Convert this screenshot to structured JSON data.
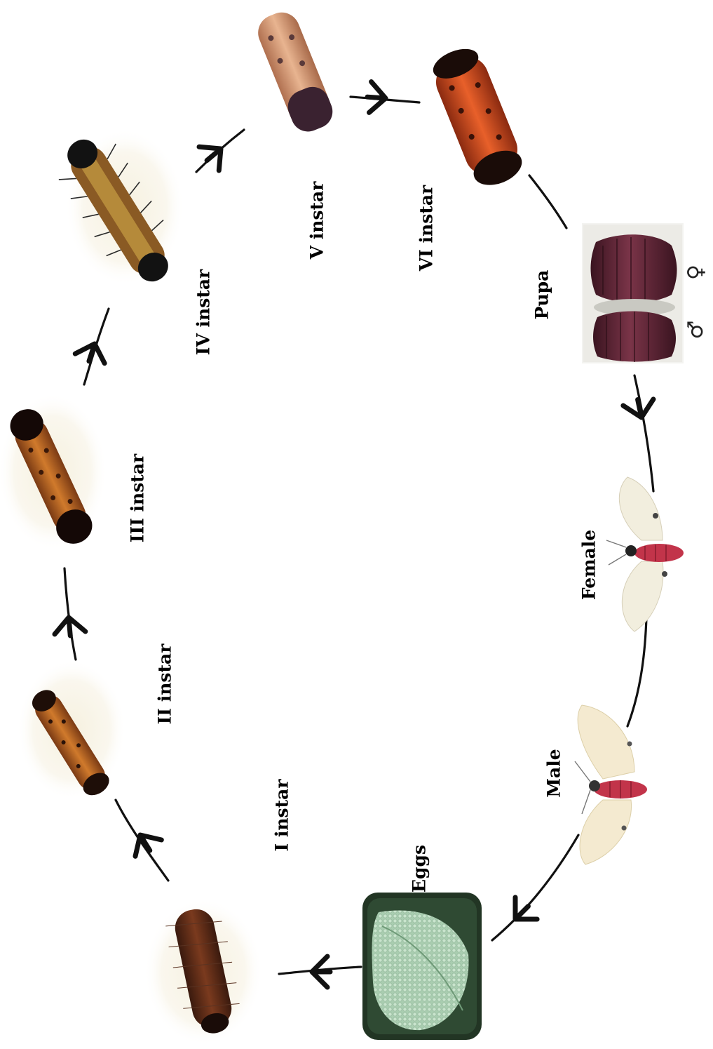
{
  "stages": {
    "eggs": "Eggs",
    "instar1": "I instar",
    "instar2": "II instar",
    "instar3": "III instar",
    "instar4": "IV instar",
    "instar5": "V instar",
    "instar6": "VI instar",
    "pupa": "Pupa",
    "female": "Female",
    "male": "Male"
  },
  "sex_symbols": {
    "female": "♀",
    "male": "♂"
  },
  "colors": {
    "arrow": "#111111",
    "egg_leaf": "#9fc4a8",
    "egg_frame": "#2a3a2c",
    "larva_dark": "#3a1c10",
    "larva_orange": "#c8641e",
    "pupa": "#5a2430",
    "moth_wing": "#f3ecd9",
    "moth_body": "#c2344a"
  }
}
